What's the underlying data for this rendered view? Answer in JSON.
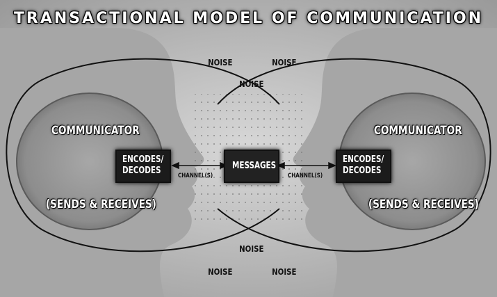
{
  "title": "TRANSACTIONAL MODEL OF COMMUNICATION",
  "noise_label": "NOISE",
  "left": {
    "communicator": "COMMUNICATOR",
    "encodes": "ENCODES/",
    "decodes": "DECODES",
    "role": "(SENDS & RECEIVES)",
    "channel": "CHANNEL(S)"
  },
  "right": {
    "communicator": "COMMUNICATOR",
    "encodes": "ENCODES/",
    "decodes": "DECODES",
    "role": "(SENDS & RECEIVES)",
    "channel": "CHANNEL(S)"
  },
  "center": {
    "messages": "MESSAGES"
  }
}
